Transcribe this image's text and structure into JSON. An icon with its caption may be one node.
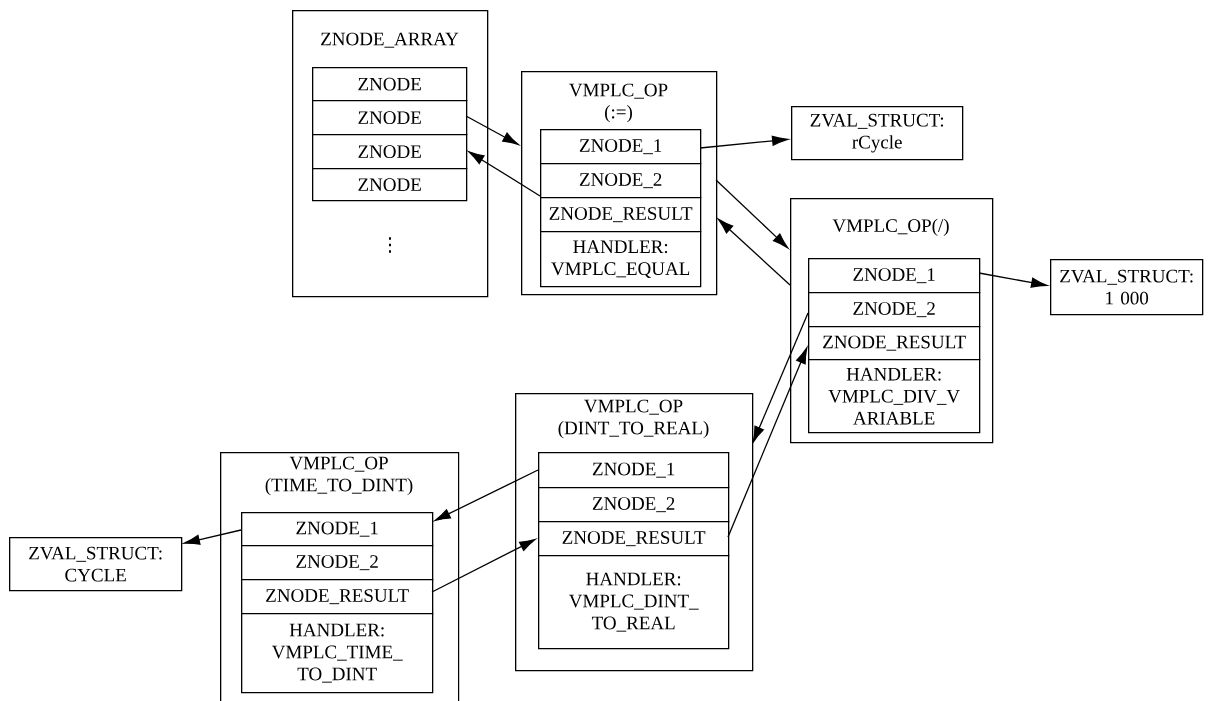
{
  "diagram": {
    "nodes": [
      {
        "text": [
          "ZNODE_ARRAY",
          "⋮"
        ]
      },
      {
        "text": [
          "ZNODE"
        ],
        "in": 0
      },
      {
        "text": [
          "ZNODE"
        ],
        "in": 0
      },
      {
        "text": [
          "ZNODE"
        ],
        "in": 0
      },
      {
        "text": [
          "ZNODE"
        ],
        "in": 0
      },
      {
        "text": [
          "VMPLC_OP (:=)"
        ]
      },
      {
        "text": [
          "ZNODE_1"
        ],
        "in": 5
      },
      {
        "text": [
          "ZNODE_2"
        ],
        "in": 5
      },
      {
        "text": [
          "ZNODE_RESULT"
        ],
        "in": 5
      },
      {
        "text": [
          "HANDLER: VMPLC_EQUAL"
        ],
        "in": 5
      },
      {
        "text": [
          "ZVAL_STRUCT: rCycle"
        ]
      },
      {
        "text": [
          "VMPLC_OP(/)"
        ]
      },
      {
        "text": [
          "ZNODE_1"
        ],
        "in": 11
      },
      {
        "text": [
          "ZNODE_2"
        ],
        "in": 11
      },
      {
        "text": [
          "ZNODE_RESULT"
        ],
        "in": 11
      },
      {
        "text": [
          "HANDLER: VMPLC_DIV_V ARIABLE"
        ],
        "in": 11
      },
      {
        "text": [
          "ZVAL_STRUCT: 1 000"
        ]
      },
      {
        "text": [
          "VMPLC_OP (DINT_TO_REAL)"
        ]
      },
      {
        "text": [
          "ZNODE_1"
        ],
        "in": 17
      },
      {
        "text": [
          "ZNODE_2"
        ],
        "in": 17
      },
      {
        "text": [
          "ZNODE_RESULT"
        ],
        "in": 17
      },
      {
        "text": [
          "HANDLER: VMPLC_DINT_ TO_REAL"
        ],
        "in": 17
      },
      {
        "text": [
          "VMPLC_OP (TIME_TO_DINT)"
        ]
      },
      {
        "text": [
          "ZNODE_1"
        ],
        "in": 22
      },
      {
        "text": [
          "ZNODE_2"
        ],
        "in": 22
      },
      {
        "text": [
          "ZNODE_RESULT"
        ],
        "in": 22
      },
      {
        "text": [
          "HANDLER: VMPLC_TIME_ TO_DINT"
        ],
        "in": 22
      },
      {
        "text": [
          "ZVAL_STRUCT: CYCLE"
        ]
      }
    ],
    "edges": [
      {
        "from": 2,
        "to": 5,
        "arrow": "to"
      },
      {
        "from": 7,
        "to": 3,
        "arrow": "to"
      },
      {
        "from": 6,
        "to": 10,
        "arrow": "to"
      },
      {
        "from": 7,
        "to": 11,
        "arrow": "to"
      },
      {
        "from": 11,
        "to": 5,
        "arrow": "to"
      },
      {
        "from": 12,
        "to": 16,
        "arrow": "to"
      },
      {
        "from": 13,
        "to": 17,
        "arrow": "to"
      },
      {
        "from": 20,
        "to": 14,
        "arrow": "to"
      },
      {
        "from": 18,
        "to": 23,
        "arrow": "to"
      },
      {
        "from": 25,
        "to": 20,
        "arrow": "to"
      },
      {
        "from": 23,
        "to": 27,
        "arrow": "to"
      }
    ]
  }
}
